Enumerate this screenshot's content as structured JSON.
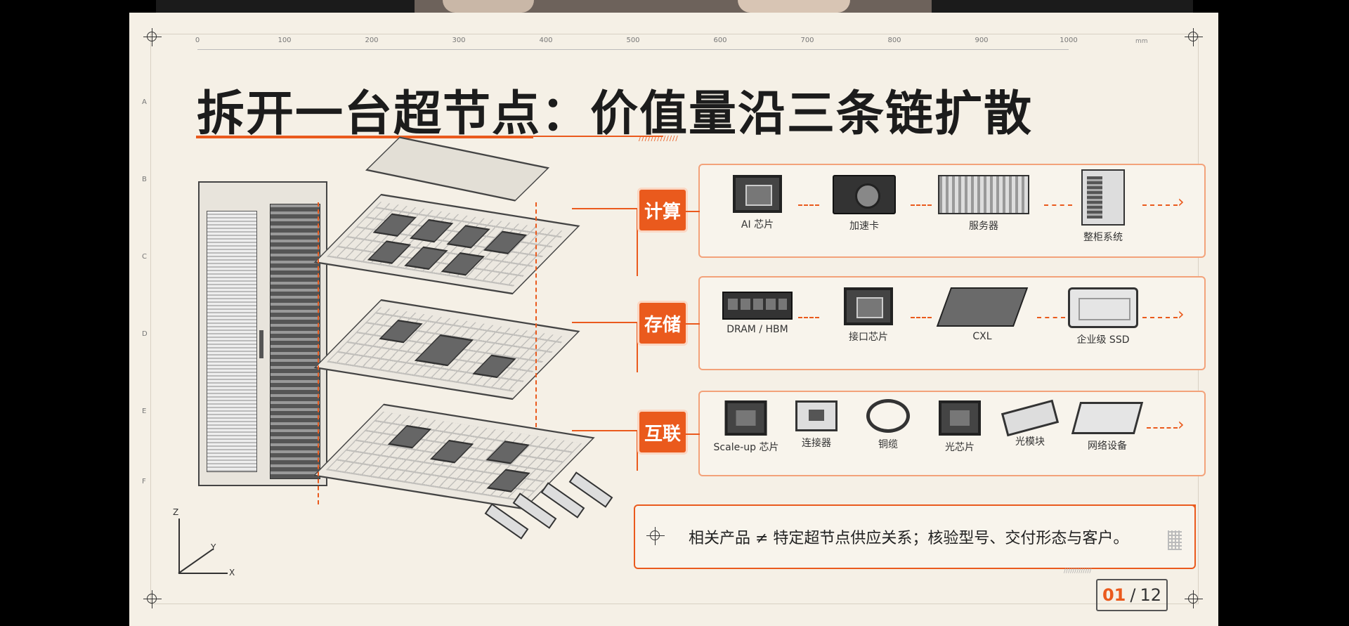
{
  "title": "拆开一台超节点：价值量沿三条链扩散",
  "title_hash": "/////////////",
  "ruler": {
    "ticks": [
      "0",
      "100",
      "200",
      "300",
      "400",
      "500",
      "600",
      "700",
      "800",
      "900",
      "1000"
    ],
    "unit": "mm"
  },
  "row_labels": [
    "A",
    "B",
    "C",
    "D",
    "E",
    "F"
  ],
  "axes": {
    "z": "Z",
    "y": "Y",
    "x": "X"
  },
  "chains": [
    {
      "label": "计算",
      "items": [
        {
          "label": "AI 芯片",
          "icon": "chip-icon"
        },
        {
          "label": "加速卡",
          "icon": "accelerator-card-icon"
        },
        {
          "label": "服务器",
          "icon": "server-icon"
        },
        {
          "label": "整柜系统",
          "icon": "rack-cabinet-icon"
        }
      ]
    },
    {
      "label": "存储",
      "items": [
        {
          "label": "DRAM / HBM",
          "icon": "dram-module-icon"
        },
        {
          "label": "接口芯片",
          "icon": "interface-chip-icon"
        },
        {
          "label": "CXL",
          "icon": "cxl-board-icon"
        },
        {
          "label": "企业级 SSD",
          "icon": "ssd-icon"
        }
      ]
    },
    {
      "label": "互联",
      "items": [
        {
          "label": "Scale-up 芯片",
          "icon": "scaleup-chip-icon"
        },
        {
          "label": "连接器",
          "icon": "connector-icon"
        },
        {
          "label": "铜缆",
          "icon": "copper-cable-icon"
        },
        {
          "label": "光芯片",
          "icon": "optical-chip-icon"
        },
        {
          "label": "光模块",
          "icon": "optical-module-icon"
        },
        {
          "label": "网络设备",
          "icon": "network-switch-icon"
        }
      ]
    }
  ],
  "note": {
    "text": "相关产品 ≠ 特定超节点供应关系；核验型号、交付形态与客户。",
    "hash": "/////////////"
  },
  "pager": {
    "current": "01",
    "separator": "/",
    "total": "12"
  },
  "colors": {
    "accent": "#ea5a1d",
    "background": "#f5f0e6",
    "text": "#1c1c1c"
  }
}
